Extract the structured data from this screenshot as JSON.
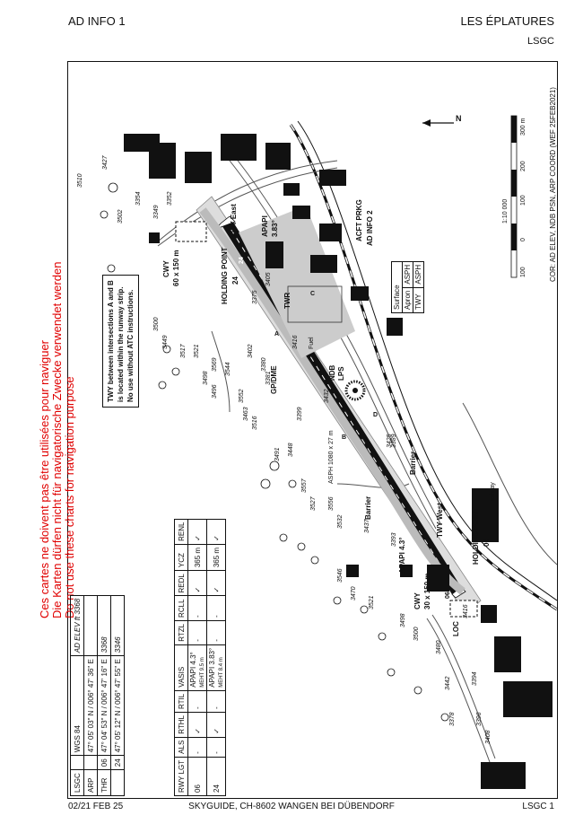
{
  "header": {
    "left": "AD INFO 1",
    "right": "LES ÉPLATURES",
    "code": "LSGC"
  },
  "footer": {
    "left": "02/21 FEB 25",
    "center": "SKYGUIDE, CH-8602 WANGEN BEI DÜBENDORF",
    "right": "LSGC 1"
  },
  "warnings": [
    "Ces cartes ne doivent pas être utilisées pour naviguer",
    "Die Karten dürfen nicht für navigatorische Zwecke verwendet werden",
    "Do not use these charts for navigation purpose"
  ],
  "info_table": {
    "top_left": "LSGC",
    "datum": "WGS 84",
    "elev_head": "AD ELEV ft 3368",
    "rows": [
      {
        "label": "ARP",
        "rwy": "",
        "coord": "47° 05' 03\" N / 006° 47' 36\" E",
        "elev": ""
      },
      {
        "label": "THR",
        "rwy": "06",
        "coord": "47° 04' 53\" N / 006° 47' 16\" E",
        "elev": "3368"
      },
      {
        "label": "",
        "rwy": "24",
        "coord": "47° 05' 12\" N / 006° 47' 55\" E",
        "elev": "3346"
      }
    ]
  },
  "lighting_table": {
    "headers": [
      "RWY LGT",
      "ALS",
      "RTHL",
      "RTIL",
      "VASIS",
      "RTZL",
      "RCLL",
      "REDL",
      "YCZ",
      "RENL"
    ],
    "rows": [
      [
        "06",
        "-",
        "✓",
        "-",
        "APAPI 4.3°",
        "-",
        "-",
        "✓",
        "365 m",
        "✓"
      ],
      [
        "24",
        "-",
        "✓",
        "-",
        "APAPI 3.83°",
        "-",
        "-",
        "✓",
        "365 m",
        "✓"
      ]
    ],
    "meht": [
      "MEHT 9.5 m",
      "MEHT 8.4 m"
    ]
  },
  "twy_note": [
    "TWY between intersections A and B",
    "is located within the runway strip.",
    "No use without ATC instructions."
  ],
  "surface_table": {
    "header": "Surface",
    "rows": [
      [
        "Apron",
        "ASPH"
      ],
      [
        "TWY",
        "ASPH"
      ]
    ]
  },
  "map_labels": {
    "cwy_24": "CWY",
    "cwy_24_dim": "60 x 150 m",
    "cwy_06": "CWY",
    "cwy_06_dim": "30 x 150 m",
    "holding_24": "HOLDING POINT",
    "holding_24_rwy": "24",
    "holding_06": "HOLDING POINT",
    "holding_06_rwy": "06",
    "twy_east": "TWY East",
    "twy_west": "TWY West",
    "apapi_24": "APAPI",
    "apapi_24_angle": "3.83°",
    "apapi_06": "APAPI 4.3°",
    "twr": "TWR",
    "gp_dme": "GP/DME",
    "ndb": "NDB",
    "ndb_id": "LPS",
    "loc": "LOC",
    "fuel": "Fuel",
    "rwy_desc": "ASPH 1080 x 27 m",
    "rwy_24": "24",
    "rwy_06": "06",
    "barrier1": "Barrier",
    "barrier2": "Barrier",
    "aftprkg": "ACFT PRKG",
    "ad_info2": "AD INFO 2",
    "twy_a": "A",
    "twy_b": "B",
    "twy_c": "C",
    "twy_d": "D",
    "north": "N",
    "scale": "1:10 000",
    "scale_ticks": [
      "100",
      "0",
      "100",
      "200",
      "300 m"
    ],
    "coord_note": "COR: AD ELEV, NDB PSN, ARP COORD (WEF 25FEB2021)",
    "rail": "railway"
  },
  "elevations": [
    "3510",
    "3427",
    "3502",
    "3354",
    "3349",
    "3352",
    "3523",
    "3527",
    "3500",
    "3449",
    "3517",
    "3521",
    "3569",
    "3544",
    "3498",
    "3496",
    "3552",
    "3463",
    "3516",
    "3402",
    "3380",
    "3381",
    "3375",
    "3405",
    "3416",
    "3432",
    "3425",
    "3491",
    "3448",
    "3557",
    "3527",
    "3556",
    "3532",
    "3437",
    "3393",
    "3546",
    "3470",
    "3521",
    "3498",
    "3500",
    "3480",
    "3442",
    "3378",
    "3396",
    "3394",
    "3416",
    "3408",
    "3389",
    "3399"
  ]
}
